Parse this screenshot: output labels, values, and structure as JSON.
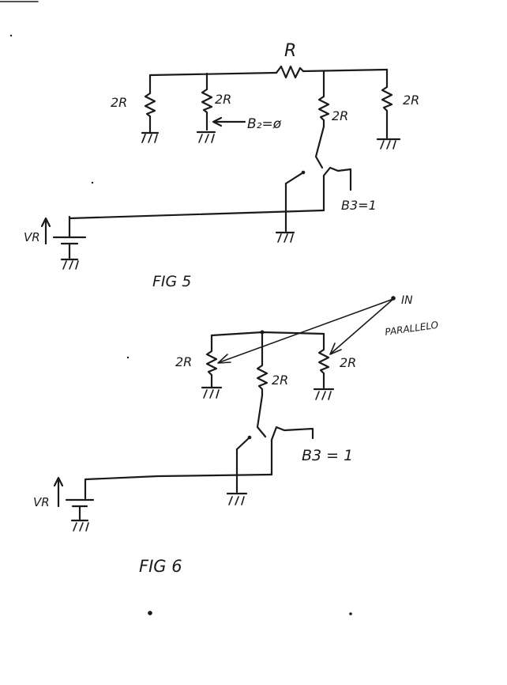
{
  "fig5": {
    "caption": "FIG 5",
    "resistor_top": "R",
    "r1": "2R",
    "r2": "2R",
    "r3": "2R",
    "r4": "2R",
    "b2": "B₂=ø",
    "b3": "B3=1",
    "vr": "VR"
  },
  "fig6": {
    "caption": "FIG 6",
    "r1": "2R",
    "r2": "2R",
    "r3": "2R",
    "b3": "B3 = 1",
    "in_label": "IN",
    "parallelo": "PARALLELO",
    "vr": "VR"
  },
  "colors": {
    "ink": "#1a1a1a",
    "paper": "#ffffff"
  }
}
